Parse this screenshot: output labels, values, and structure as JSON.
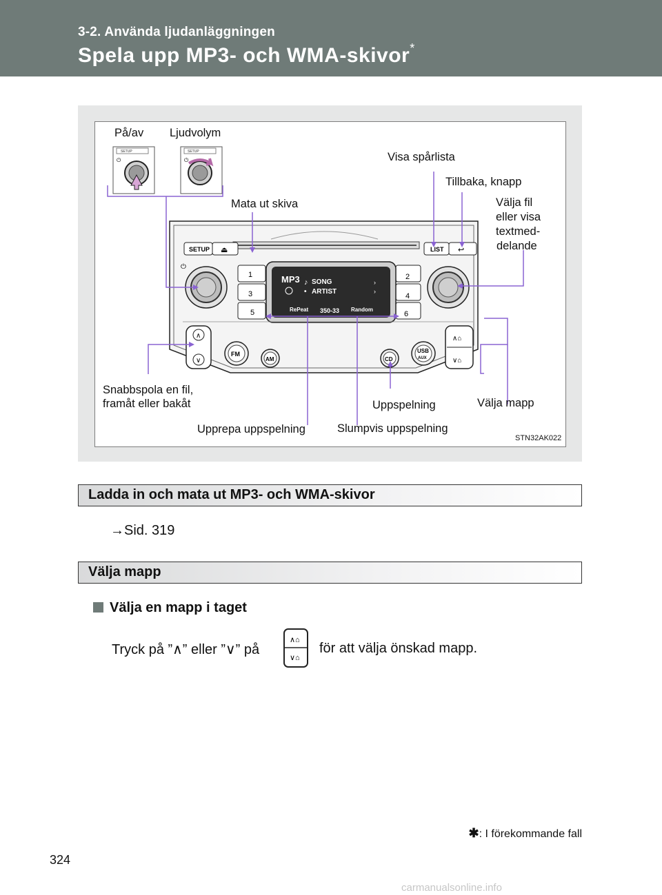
{
  "header": {
    "section": "3-2. Använda ljudanläggningen",
    "title": "Spela upp MP3- och WMA-skivor",
    "title_mark": "*"
  },
  "figure": {
    "labels": {
      "power": "På/av",
      "volume": "Ljudvolym",
      "track_list": "Visa spårlista",
      "back_button": "Tillbaka, knapp",
      "eject": "Mata ut skiva",
      "select_file_1": "Välja fil",
      "select_file_2": "eller visa",
      "select_file_3": "textmed-",
      "select_file_4": "delande",
      "seek_1": "Snabbspola en fil,",
      "seek_2": "framåt eller bakåt",
      "playback": "Uppspelning",
      "select_folder": "Välja mapp",
      "repeat": "Upprepa uppspelning",
      "random": "Slumpvis uppspelning"
    },
    "code": "STN32AK022",
    "unit": {
      "setup": "SETUP",
      "list": "LIST",
      "fm": "FM",
      "am": "AM",
      "cd": "CD",
      "usb": "USB",
      "aux": "AUX",
      "presets": [
        "1",
        "2",
        "3",
        "4",
        "5",
        "6"
      ],
      "display_mp3": "MP3",
      "display_song": "SONG",
      "display_artist": "ARTIST",
      "display_repeat": "RePeat",
      "display_time": "350-33",
      "display_random": "Random"
    },
    "accent_color": "#8a63d2"
  },
  "sections": [
    {
      "heading": "Ladda in och mata ut MP3- och WMA-skivor",
      "ref": "→Sid. 319"
    },
    {
      "heading": "Välja mapp"
    }
  ],
  "subsection": "Välja en mapp i taget",
  "instruction": {
    "before": "Tryck på ”∧” eller ”∨” på",
    "after": "för att välja önskad mapp."
  },
  "footnote": ": I förekommande fall",
  "footnote_mark": "✱",
  "page_number": "324",
  "watermark": "carmanualsonline.info"
}
